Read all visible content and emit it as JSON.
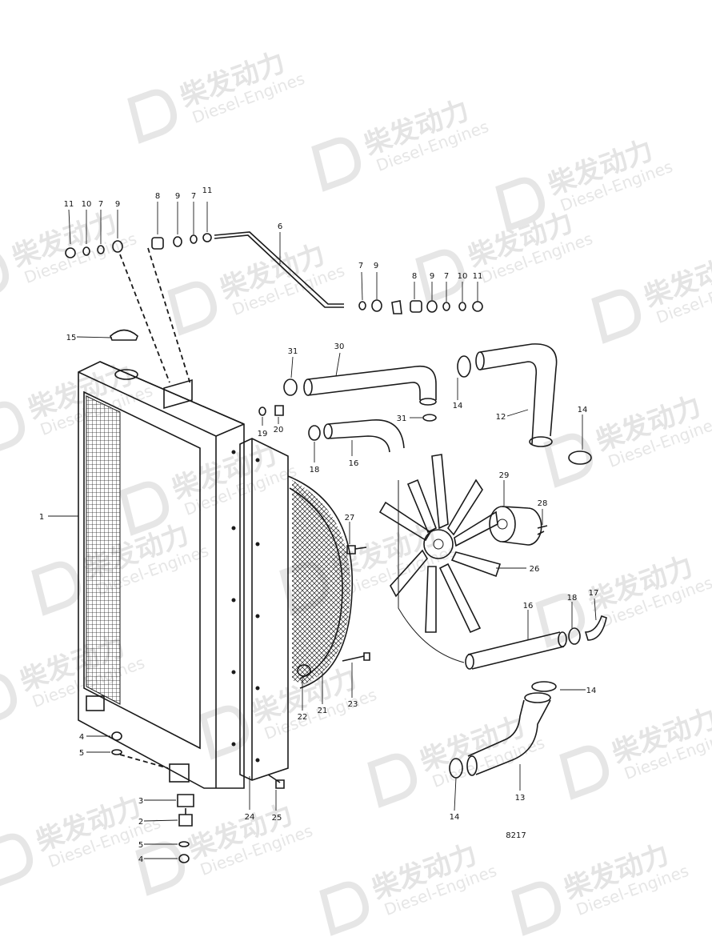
{
  "watermark": {
    "brand_cn": "柴发动力",
    "brand_en": "Diesel-Engines"
  },
  "drawing_number": "8217",
  "callouts": [
    {
      "id": "c-11a",
      "text": "11"
    },
    {
      "id": "c-10a",
      "text": "10"
    },
    {
      "id": "c-7a",
      "text": "7"
    },
    {
      "id": "c-9a",
      "text": "9"
    },
    {
      "id": "c-8a",
      "text": "8"
    },
    {
      "id": "c-9b",
      "text": "9"
    },
    {
      "id": "c-7b",
      "text": "7"
    },
    {
      "id": "c-11b",
      "text": "11"
    },
    {
      "id": "c-6",
      "text": "6"
    },
    {
      "id": "c-7c",
      "text": "7"
    },
    {
      "id": "c-9c",
      "text": "9"
    },
    {
      "id": "c-8b",
      "text": "8"
    },
    {
      "id": "c-9d",
      "text": "9"
    },
    {
      "id": "c-7d",
      "text": "7"
    },
    {
      "id": "c-10b",
      "text": "10"
    },
    {
      "id": "c-11c",
      "text": "11"
    },
    {
      "id": "c-15",
      "text": "15"
    },
    {
      "id": "c-31a",
      "text": "31"
    },
    {
      "id": "c-30",
      "text": "30"
    },
    {
      "id": "c-19",
      "text": "19"
    },
    {
      "id": "c-20",
      "text": "20"
    },
    {
      "id": "c-31b",
      "text": "31"
    },
    {
      "id": "c-14a",
      "text": "14"
    },
    {
      "id": "c-12",
      "text": "12"
    },
    {
      "id": "c-14b",
      "text": "14"
    },
    {
      "id": "c-18a",
      "text": "18"
    },
    {
      "id": "c-16a",
      "text": "16"
    },
    {
      "id": "c-1",
      "text": "1"
    },
    {
      "id": "c-29",
      "text": "29"
    },
    {
      "id": "c-28",
      "text": "28"
    },
    {
      "id": "c-27",
      "text": "27"
    },
    {
      "id": "c-26",
      "text": "26"
    },
    {
      "id": "c-16b",
      "text": "16"
    },
    {
      "id": "c-18b",
      "text": "18"
    },
    {
      "id": "c-17",
      "text": "17"
    },
    {
      "id": "c-14c",
      "text": "14"
    },
    {
      "id": "c-22",
      "text": "22"
    },
    {
      "id": "c-21",
      "text": "21"
    },
    {
      "id": "c-23",
      "text": "23"
    },
    {
      "id": "c-4a",
      "text": "4"
    },
    {
      "id": "c-5a",
      "text": "5"
    },
    {
      "id": "c-3",
      "text": "3"
    },
    {
      "id": "c-2",
      "text": "2"
    },
    {
      "id": "c-5b",
      "text": "5"
    },
    {
      "id": "c-4b",
      "text": "4"
    },
    {
      "id": "c-24",
      "text": "24"
    },
    {
      "id": "c-25",
      "text": "25"
    },
    {
      "id": "c-14d",
      "text": "14"
    },
    {
      "id": "c-13",
      "text": "13"
    }
  ]
}
